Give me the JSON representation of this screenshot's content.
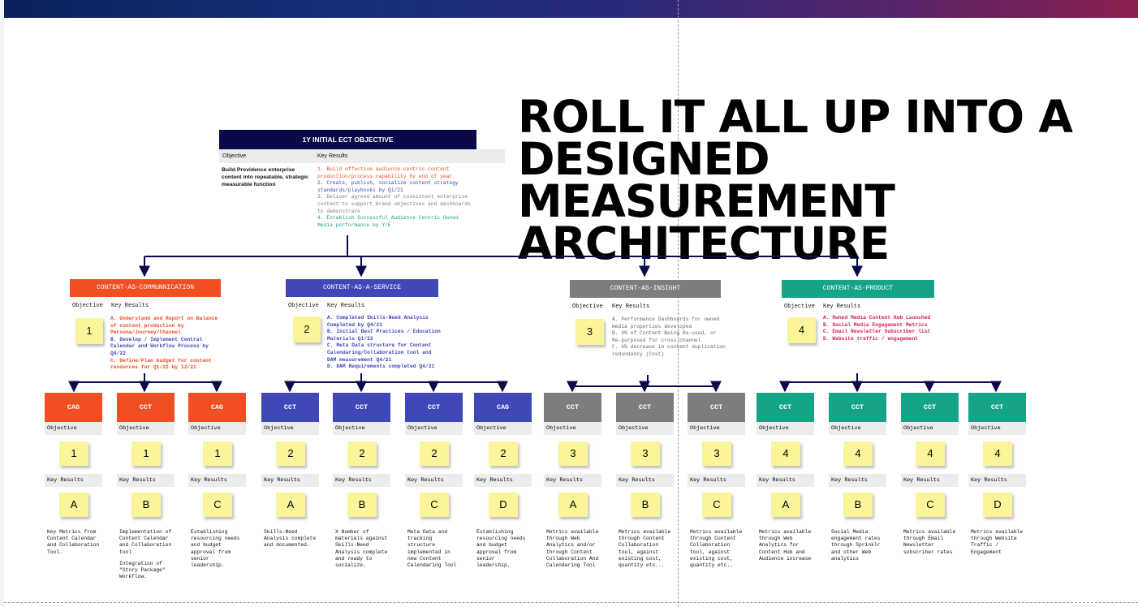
{
  "headline": [
    "ROLL IT ALL UP INTO A",
    "DESIGNED MEASUREMENT",
    "ARCHITECTURE"
  ],
  "colors": {
    "orange": "#f04e23",
    "blue": "#4047b8",
    "gray": "#7d7d7d",
    "teal": "#16a487",
    "navy": "#0a0a4a",
    "sticky": "#faf59a"
  },
  "top_objective": {
    "title": "1Y INITIAL ECT OBJECTIVE",
    "col_objective": "Objective",
    "col_key_results": "Key Results",
    "objective_text": "Build Providence enterprise content into repeatable, strategic measurable function",
    "key_results": [
      "1. Build effective audience-centric content production/process capability by end of year",
      "2. Create, publish, socialize content strategy standards/playbooks by Q1/21",
      "3. Deliver agreed amount of consistent enterprise content to support brand objectives and dashboards to demonstrate",
      "4. Establish Successful Audience-Centric Owned Media performance by Y/E"
    ]
  },
  "pillars": [
    {
      "title": "CONTENT-AS-COMMUNNICATION",
      "col_objective": "Objective",
      "col_key_results": "Key Results",
      "number": "1",
      "key_results": [
        "A. Understand and Report on Balance of content production by Persona/Journey/Channel",
        "B. Develop / Implement Central Calendar and Workflow Process by Q4/22",
        "C. Define/Plan budget for content resources for Q1/22 by 12/21"
      ]
    },
    {
      "title": "CONTENT-AS-A-SERVICE",
      "col_objective": "Objective",
      "col_key_results": "Key Results",
      "number": "2",
      "key_results": [
        "A. Completed Skills-Need Analysis Completed by Q4/21",
        "B. Initial Best Practices / Education Materials Q1/22",
        "C. Meta Data structure for Content Calendaring/Collaboration tool and DAM measurement Q4/21",
        "D. DAM Requirements completed Q4/21"
      ]
    },
    {
      "title": "CONTENT-AS-INSIGHT",
      "col_objective": "Objective",
      "col_key_results": "Key Results",
      "number": "3",
      "key_results": [
        "A. Performance Dashboards for owned media properties developed",
        "B. X% of Content Being Re-used, or Re-purposed for cross-channel",
        "C. X% decrease in content duplication redundancy (Cost)"
      ]
    },
    {
      "title": "CONTENT-AS-PRODUCT",
      "col_objective": "Objective",
      "col_key_results": "Key Results",
      "number": "4",
      "key_results": [
        "A. Owned Media Content Hub Launched",
        "B. Social Media Engagement Metrics",
        "C. Email Newsletter Subscriber list",
        "D. Website traffic / engagement"
      ]
    }
  ],
  "boxes": [
    {
      "team": "CAG",
      "color": "orange",
      "objective_label": "Objective",
      "objective": "1",
      "kr_label": "Key Results",
      "kr": "A",
      "desc": [
        "Key Metrics from Content Calendar and Collaboration Tool."
      ]
    },
    {
      "team": "CCT",
      "color": "orange",
      "objective_label": "Objective",
      "objective": "1",
      "kr_label": "Key Results",
      "kr": "B",
      "desc": [
        "Implementation of Content Calendar and Collaboration tool",
        "Integration of \"Story Package\" Workflow."
      ]
    },
    {
      "team": "CAG",
      "color": "orange",
      "objective_label": "Objective",
      "objective": "1",
      "kr_label": "Key Results",
      "kr": "C",
      "desc": [
        "Establishing resourcing needs and budget approval from senior leadership."
      ]
    },
    {
      "team": "CCT",
      "color": "blue",
      "objective_label": "Objective",
      "objective": "2",
      "kr_label": "Key Results",
      "kr": "A",
      "desc": [
        "Skills-Need Analysis complete and documented."
      ]
    },
    {
      "team": "CCT",
      "color": "blue",
      "objective_label": "Objective",
      "objective": "2",
      "kr_label": "Key Results",
      "kr": "B",
      "desc": [
        "X Number of materials against Skills-Need Analysis complete and ready to socialize."
      ]
    },
    {
      "team": "CCT",
      "color": "blue",
      "objective_label": "Objective",
      "objective": "2",
      "kr_label": "Key Results",
      "kr": "C",
      "desc": [
        "Meta Data and tracking structure implemented in new Content Calendaring Tool"
      ]
    },
    {
      "team": "CAG",
      "color": "blue",
      "objective_label": "Objective",
      "objective": "2",
      "kr_label": "Key Results",
      "kr": "D",
      "desc": [
        "Establishing resourcing needs and budget approval from senior leadership."
      ]
    },
    {
      "team": "CCT",
      "color": "gray",
      "objective_label": "Objective",
      "objective": "3",
      "kr_label": "Key Results",
      "kr": "A",
      "desc": [
        "Metrics available through Web Analytics and/or through Content Collaboration And Calendaring Tool"
      ]
    },
    {
      "team": "CCT",
      "color": "gray",
      "objective_label": "Objective",
      "objective": "3",
      "kr_label": "Key Results",
      "kr": "B",
      "desc": [
        "Metrics available through Content Collaboration tool, against existing cost, quantity etc..."
      ]
    },
    {
      "team": "CCT",
      "color": "gray",
      "objective_label": "Objective",
      "objective": "3",
      "kr_label": "Key Results",
      "kr": "C",
      "desc": [
        "Metrics available through Content Collaboration tool, against existing cost, quantity etc.."
      ]
    },
    {
      "team": "CCT",
      "color": "teal",
      "objective_label": "Objective",
      "objective": "4",
      "kr_label": "Key Results",
      "kr": "A",
      "desc": [
        "Metrics available through Web Analytics for Content Hub and Audience increase"
      ]
    },
    {
      "team": "CCT",
      "color": "teal",
      "objective_label": "Objective",
      "objective": "4",
      "kr_label": "Key Results",
      "kr": "B",
      "desc": [
        "Social Media engagement rates through Sprinklr and other Web analytics"
      ]
    },
    {
      "team": "CCT",
      "color": "teal",
      "objective_label": "Objective",
      "objective": "4",
      "kr_label": "Key Results",
      "kr": "C",
      "desc": [
        "Metrics available through Email Newsletter subscriber rates"
      ]
    },
    {
      "team": "CCT",
      "color": "teal",
      "objective_label": "Objective",
      "objective": "4",
      "kr_label": "Key Results",
      "kr": "D",
      "desc": [
        "Metrics available through Website Traffic / Engagement"
      ]
    }
  ]
}
